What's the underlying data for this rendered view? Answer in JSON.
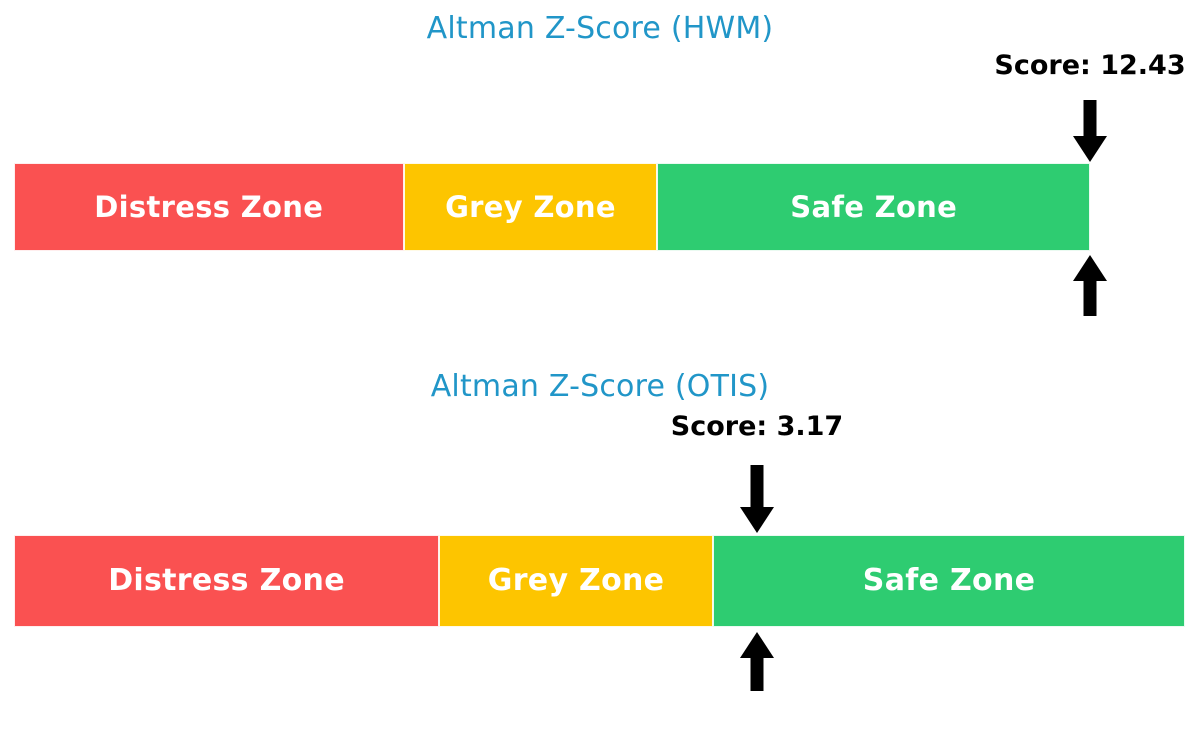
{
  "chart_data": [
    {
      "type": "bar",
      "title": "Altman Z-Score (HWM)",
      "subtitle": "",
      "xlabel": "",
      "ylabel": "",
      "orientation": "horizontal-stacked-zones",
      "score_label": "Score: 12.43",
      "score_value": 12.43,
      "marker_position": "right-edge",
      "grid": false,
      "legend": "none",
      "categories": [
        "Distress Zone",
        "Grey Zone",
        "Safe Zone"
      ],
      "values": [
        36.2,
        23.6,
        40.2
      ],
      "colors": [
        "#fa5151",
        "#fdc500",
        "#2ecc71"
      ],
      "segments": [
        {
          "label": "Distress Zone",
          "color": "#fa5151",
          "width_pct": 36.2
        },
        {
          "label": "Grey Zone",
          "color": "#fdc500",
          "width_pct": 23.6
        },
        {
          "label": "Safe Zone",
          "color": "#2ecc71",
          "width_pct": 40.2
        }
      ],
      "arrows": [
        {
          "name": "score-pointer-down",
          "direction": "down",
          "color": "#000000"
        },
        {
          "name": "score-pointer-up",
          "direction": "up",
          "color": "#000000"
        }
      ]
    },
    {
      "type": "bar",
      "title": "Altman Z-Score (OTIS)",
      "subtitle": "",
      "xlabel": "",
      "ylabel": "",
      "orientation": "horizontal-stacked-zones",
      "score_label": "Score: 3.17",
      "score_value": 3.17,
      "marker_position": "grey-safe-boundary",
      "grid": false,
      "legend": "none",
      "categories": [
        "Distress Zone",
        "Grey Zone",
        "Safe Zone"
      ],
      "values": [
        36.3,
        23.4,
        40.3
      ],
      "colors": [
        "#fa5151",
        "#fdc500",
        "#2ecc71"
      ],
      "segments": [
        {
          "label": "Distress Zone",
          "color": "#fa5151",
          "width_pct": 36.3
        },
        {
          "label": "Grey Zone",
          "color": "#fdc500",
          "width_pct": 23.4
        },
        {
          "label": "Safe Zone",
          "color": "#2ecc71",
          "width_pct": 40.3
        }
      ],
      "arrows": [
        {
          "name": "score-pointer-down",
          "direction": "down",
          "color": "#000000"
        },
        {
          "name": "score-pointer-up",
          "direction": "up",
          "color": "#000000"
        }
      ]
    }
  ],
  "theme": {
    "background": "#ffffff",
    "title_color": "#2196c8",
    "score_color": "#000000",
    "zone_label_color": "#ffffff",
    "distress_color": "#fa5151",
    "grey_color": "#fdc500",
    "safe_color": "#2ecc71",
    "arrow_color": "#000000"
  }
}
